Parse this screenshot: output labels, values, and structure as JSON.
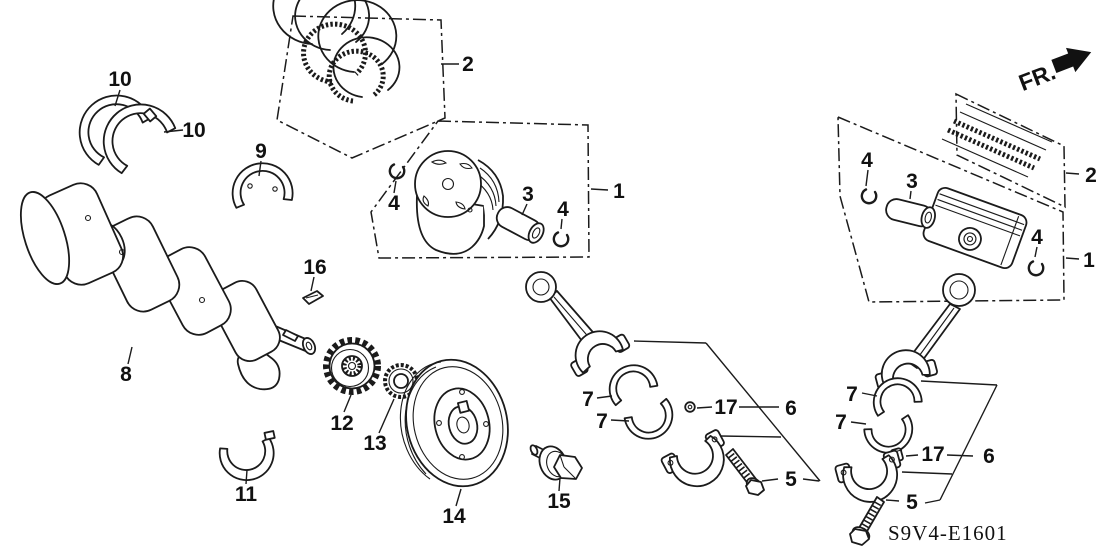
{
  "diagram": {
    "code": "S9V4-E1601",
    "direction": "FR.",
    "colors": {
      "background": "#ffffff",
      "line": "#1b1b1b"
    },
    "callouts": [
      {
        "text": "10"
      },
      {
        "text": "10"
      },
      {
        "text": "9"
      },
      {
        "text": "2"
      },
      {
        "text": "1"
      },
      {
        "text": "3"
      },
      {
        "text": "4"
      },
      {
        "text": "4"
      },
      {
        "text": "16"
      },
      {
        "text": "8"
      },
      {
        "text": "12"
      },
      {
        "text": "13"
      },
      {
        "text": "11"
      },
      {
        "text": "14"
      },
      {
        "text": "15"
      },
      {
        "text": "7"
      },
      {
        "text": "7"
      },
      {
        "text": "17"
      },
      {
        "text": "6"
      },
      {
        "text": "5"
      },
      {
        "text": "4"
      },
      {
        "text": "3"
      },
      {
        "text": "2"
      },
      {
        "text": "1"
      },
      {
        "text": "4"
      },
      {
        "text": "7"
      },
      {
        "text": "7"
      },
      {
        "text": "17"
      },
      {
        "text": "6"
      },
      {
        "text": "5"
      }
    ]
  }
}
